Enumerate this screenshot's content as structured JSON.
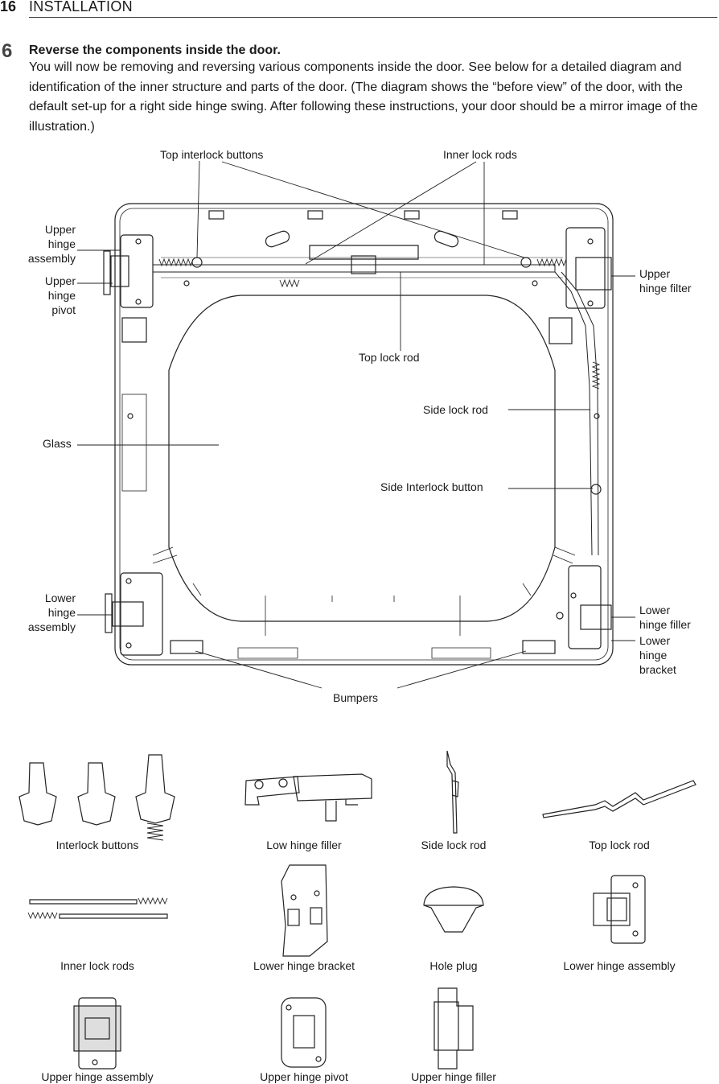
{
  "header": {
    "page_number": "16",
    "section": "INSTALLATION"
  },
  "step": {
    "number": "6",
    "title": "Reverse the components inside the door.",
    "body": "You will now be removing and reversing various components inside the door. See below for a detailed diagram and identification of the inner structure and parts of the door. (The diagram shows the “before view” of the door, with the default set-up for a right side hinge swing. After following these instructions, your door should be a mirror image of the illustration.)"
  },
  "diagram": {
    "labels": {
      "top_interlock_buttons": "Top interlock buttons",
      "inner_lock_rods": "Inner lock rods",
      "upper_hinge_assembly": "Upper\nhinge\nassembly",
      "upper_hinge_pivot": "Upper\nhinge\npivot",
      "upper_hinge_filter": "Upper\nhinge filter",
      "top_lock_rod": "Top lock rod",
      "side_lock_rod": "Side lock rod",
      "glass": "Glass",
      "side_interlock_button": "Side Interlock button",
      "lower_hinge_assembly": "Lower\nhinge\nassembly",
      "lower_hinge_filler": "Lower\nhinge filler",
      "lower_hinge_bracket": "Lower\nhinge\nbracket",
      "bumpers": "Bumpers"
    }
  },
  "parts": [
    {
      "label": "Interlock buttons",
      "icon": "interlock-buttons-icon"
    },
    {
      "label": "Low hinge filler",
      "icon": "low-hinge-filler-icon"
    },
    {
      "label": "Side lock rod",
      "icon": "side-lock-rod-icon"
    },
    {
      "label": "Top lock rod",
      "icon": "top-lock-rod-icon"
    },
    {
      "label": "Inner lock rods",
      "icon": "inner-lock-rods-icon"
    },
    {
      "label": "Lower hinge bracket",
      "icon": "lower-hinge-bracket-icon"
    },
    {
      "label": "Hole plug",
      "icon": "hole-plug-icon"
    },
    {
      "label": "Lower hinge assembly",
      "icon": "lower-hinge-assembly-icon"
    },
    {
      "label": "Upper hinge assembly",
      "icon": "upper-hinge-assembly-icon"
    },
    {
      "label": "Upper hinge pivot",
      "icon": "upper-hinge-pivot-icon"
    },
    {
      "label": "Upper hinge filler",
      "icon": "upper-hinge-filler-icon"
    }
  ]
}
